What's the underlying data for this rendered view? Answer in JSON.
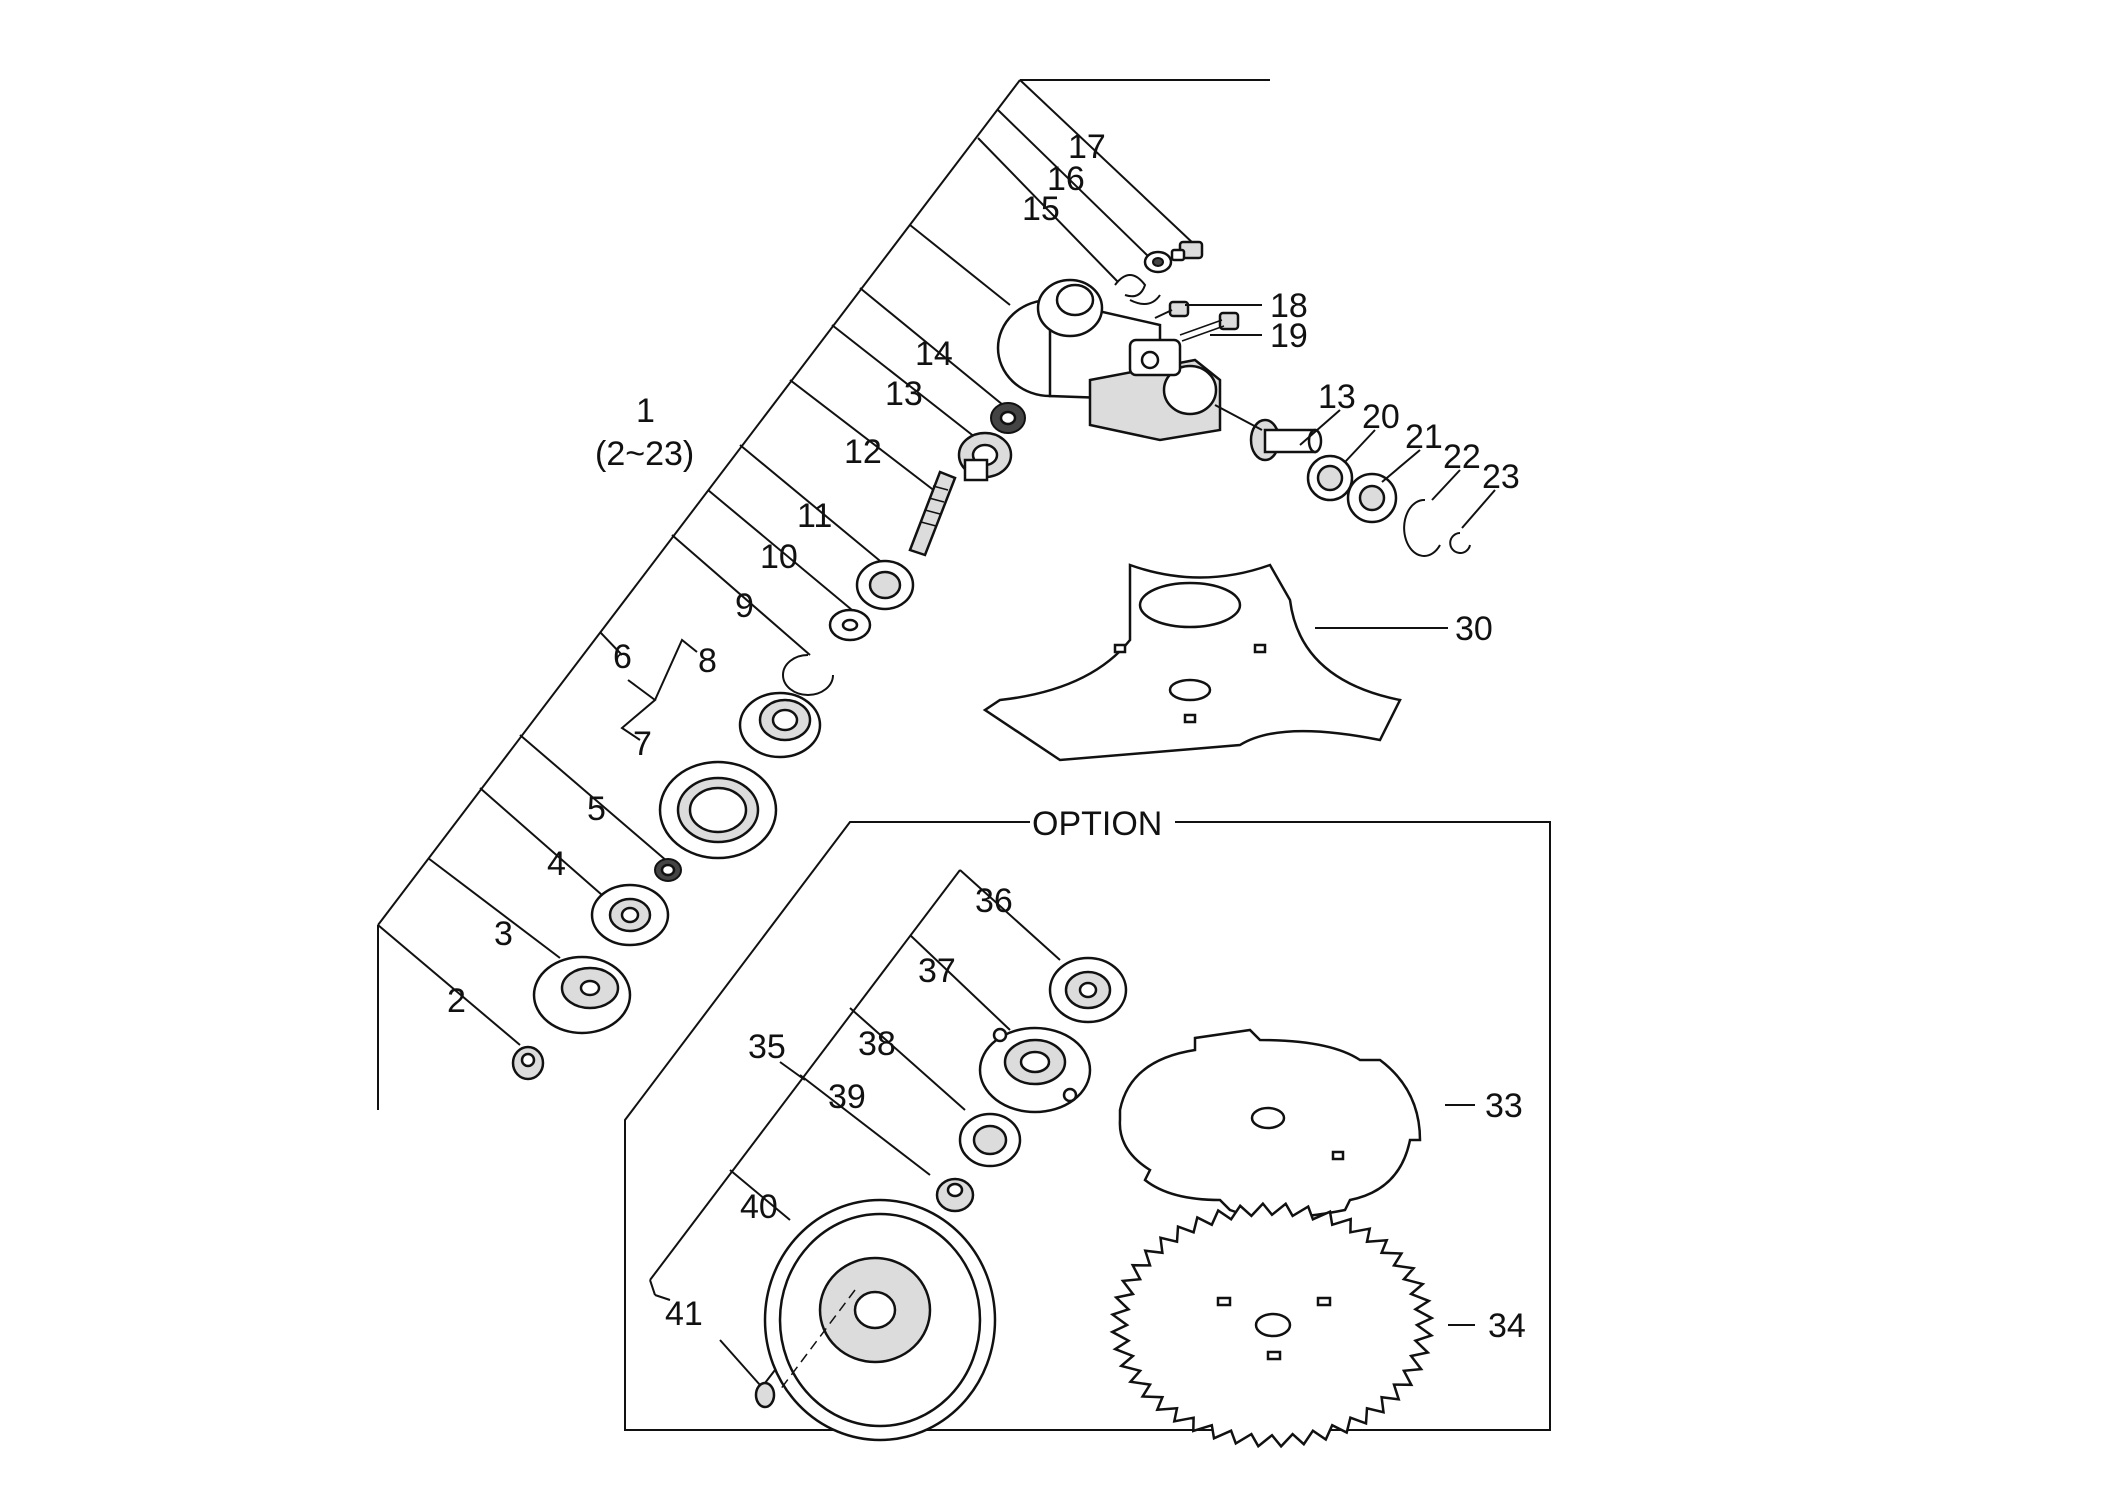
{
  "diagram": {
    "option_title": "OPTION",
    "labels": {
      "p1": "1",
      "p1_range": "(2~23)",
      "p2": "2",
      "p3": "3",
      "p4": "4",
      "p5": "5",
      "p6": "6",
      "p7": "7",
      "p8": "8",
      "p9": "9",
      "p10": "10",
      "p11": "11",
      "p12": "12",
      "p13a": "13",
      "p13b": "13",
      "p14": "14",
      "p15": "15",
      "p16": "16",
      "p17": "17",
      "p18": "18",
      "p19": "19",
      "p20": "20",
      "p21": "21",
      "p22": "22",
      "p23": "23",
      "p30": "30",
      "p33": "33",
      "p34": "34",
      "p35": "35",
      "p36": "36",
      "p37": "37",
      "p38": "38",
      "p39": "39",
      "p40": "40",
      "p41": "41"
    },
    "colors": {
      "ink": "#111111",
      "paper": "#ffffff",
      "shade": "#dcdcdc"
    }
  }
}
